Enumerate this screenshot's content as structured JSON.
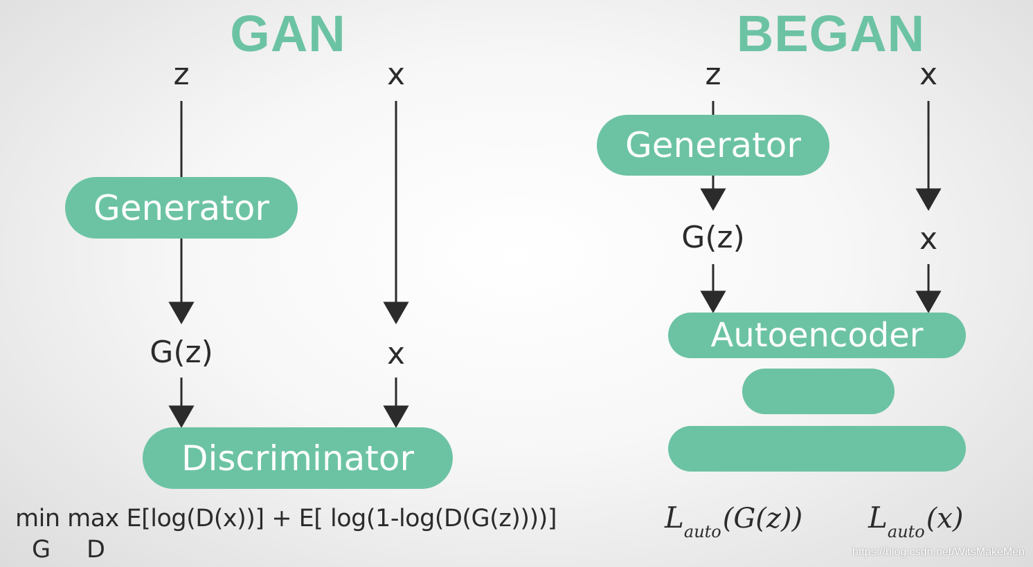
{
  "gan": {
    "title": "GAN",
    "z_label": "z",
    "x_label": "x",
    "generator": "Generator",
    "gz_label": "G(z)",
    "x_label2": "x",
    "discriminator": "Discriminator",
    "formula": "min max E[log(D(x))] + E[ log(1-log(D(G(z))))]",
    "formula_sub_g": "G",
    "formula_sub_d": "D"
  },
  "began": {
    "title": "BEGAN",
    "z_label": "z",
    "x_label": "x",
    "generator": "Generator",
    "gz_label": "G(z)",
    "x_label2": "x",
    "autoencoder": "Autoencoder",
    "loss_left_main": "L",
    "loss_left_sub": "auto",
    "loss_left_arg": "(G(z))",
    "loss_right_main": "L",
    "loss_right_sub": "auto",
    "loss_right_arg": "(x)"
  },
  "watermark": "https://blog.csdn.net/WitsMakeMen",
  "colors": {
    "accent": "#6cc3a4",
    "text": "#2b2b2b"
  }
}
